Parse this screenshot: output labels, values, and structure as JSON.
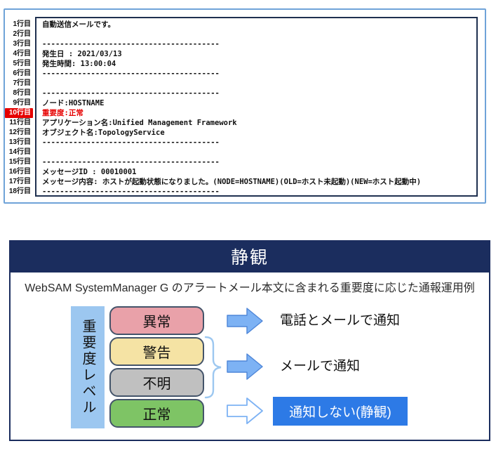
{
  "email": {
    "colors": {
      "outer_border": "#6fa3d8",
      "inner_border": "#1f3050",
      "alert_red": "#e60000"
    },
    "lines": [
      {
        "num": "1行目",
        "text": "自動送信メールです。"
      },
      {
        "num": "2行目",
        "text": ""
      },
      {
        "num": "3行目",
        "text": "----------------------------------------"
      },
      {
        "num": "4行目",
        "text": "発生日   : 2021/03/13"
      },
      {
        "num": "5行目",
        "text": "発生時間: 13:00:04"
      },
      {
        "num": "6行目",
        "text": "----------------------------------------"
      },
      {
        "num": "7行目",
        "text": ""
      },
      {
        "num": "8行目",
        "text": "----------------------------------------"
      },
      {
        "num": "9行目",
        "text": "ノード:HOSTNAME"
      },
      {
        "num": "10行目",
        "text": "重要度:正常",
        "highlight": true
      },
      {
        "num": "11行目",
        "text": "アプリケーション名:Unified Management Framework"
      },
      {
        "num": "12行目",
        "text": "オブジェクト名:TopologyService"
      },
      {
        "num": "13行目",
        "text": "----------------------------------------"
      },
      {
        "num": "14行目",
        "text": ""
      },
      {
        "num": "15行目",
        "text": "----------------------------------------"
      },
      {
        "num": "16行目",
        "text": "メッセージID  : 00010001"
      },
      {
        "num": "17行目",
        "text": "メッセージ内容: ホストが起動状態になりました。(NODE=HOSTNAME)(OLD=ホスト未起動)(NEW=ホスト起動中)"
      },
      {
        "num": "18行目",
        "text": "----------------------------------------"
      }
    ]
  },
  "diagram": {
    "title": "静観",
    "subtitle": "WebSAM SystemManager G のアラートメール本文に含まれる重要度に応じた通報運用例",
    "axis_label": "重要度レベル",
    "levels": [
      {
        "label": "異常",
        "color": "#e9a1a9"
      },
      {
        "label": "警告",
        "color": "#f5e3a4"
      },
      {
        "label": "不明",
        "color": "#c0c0c0"
      },
      {
        "label": "正常",
        "color": "#7ec465"
      }
    ],
    "actions": [
      {
        "label": "電話とメールで通知",
        "arrow": "filled"
      },
      {
        "label": "メールで通知",
        "arrow": "filled"
      },
      {
        "label": "通知しない(静観)",
        "arrow": "outline",
        "highlighted": true
      }
    ],
    "colors": {
      "header_bg": "#1b2d5e",
      "panel_border": "#1b2d5e",
      "axis_bg": "#9cc7f0",
      "badge_border": "#44546a",
      "arrow_fill": "#7db2f4",
      "arrow_stroke": "#4e86d8",
      "highlight_bg": "#2d7ae6",
      "brace": "#9cc7f0"
    }
  }
}
